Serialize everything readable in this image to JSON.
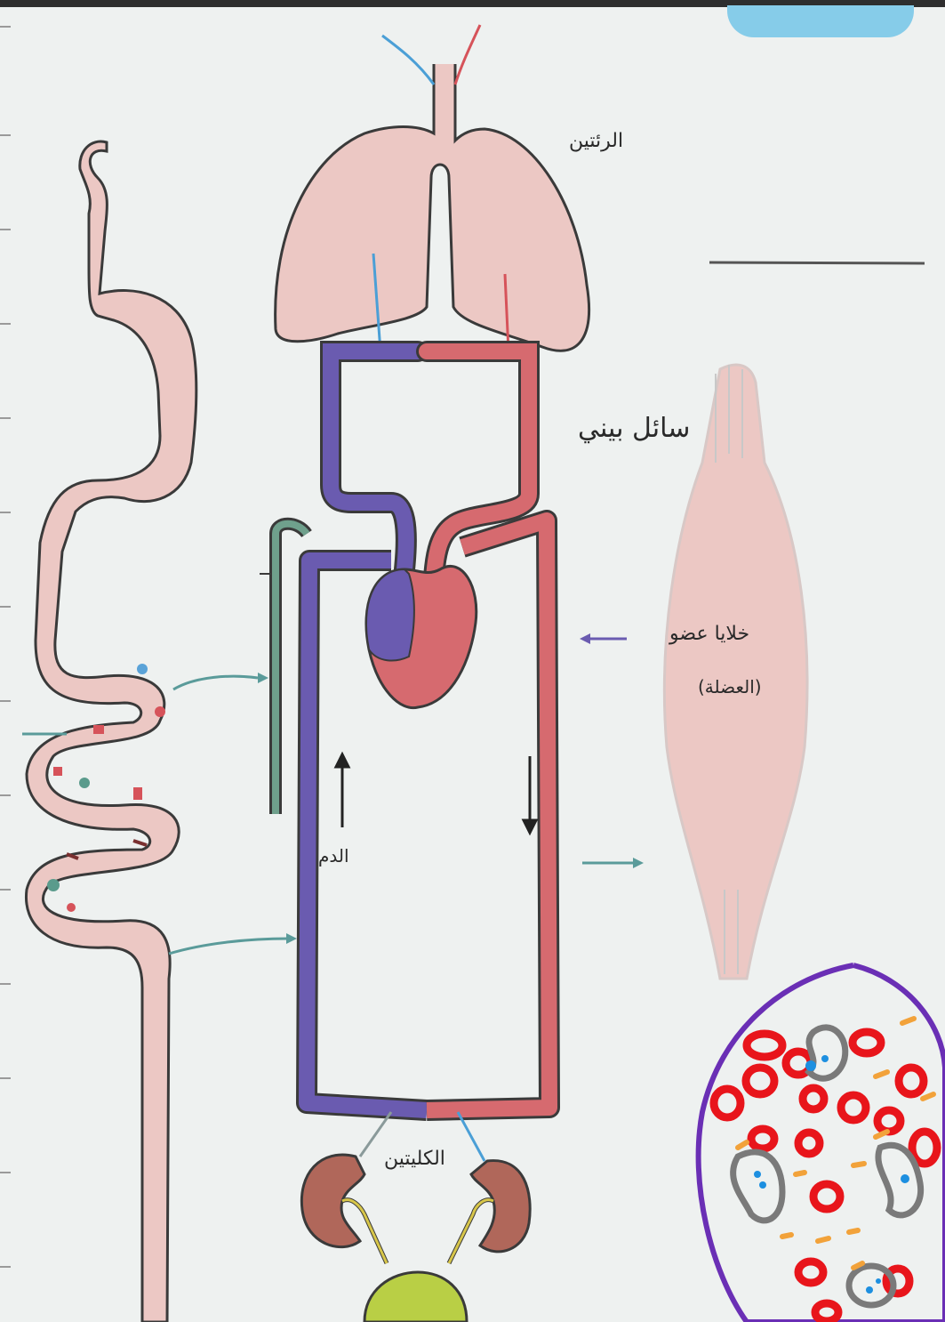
{
  "labels": {
    "lungs": "الرئتين",
    "interstitial_fluid": "سائل بيني",
    "muscle_cells_line1": "خلايا عضو",
    "muscle_cells_line2": "(العضلة)",
    "blood": "الدم",
    "kidneys": "الكليتين"
  },
  "colors": {
    "background": "#eef1f0",
    "organ_pink": "#ecc8c4",
    "deoxygenated": "#6a5bb0",
    "oxygenated": "#d66a6f",
    "lymph_green": "#6fa08c",
    "kidney": "#b0675a",
    "bladder": "#b9cf45",
    "annotation_circle": "#6a2fb5",
    "annotation_red": "#e8151b",
    "annotation_gray": "#7a7a7a",
    "annotation_blue": "#1d8fe0",
    "annotation_orange": "#f2a23a",
    "top_tab": "#86cce9"
  }
}
